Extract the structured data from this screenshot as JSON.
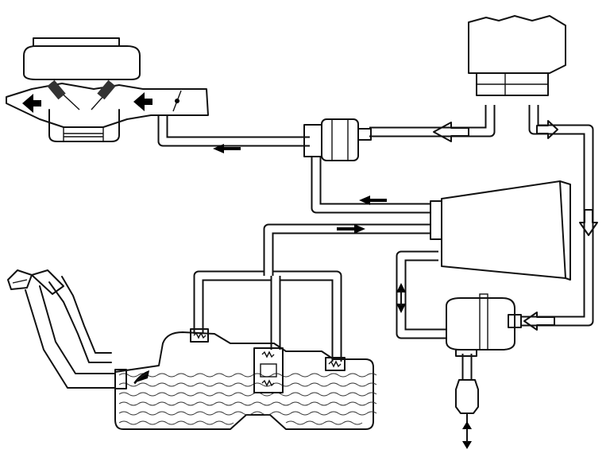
{
  "colors": {
    "ecu": "#7dcff0",
    "canister": "#eea4a6",
    "ink": "#111111",
    "background": "#ffffff"
  },
  "components": [
    {
      "id": "engine",
      "icon": "engine-cylinder-head"
    },
    {
      "id": "ecu",
      "icon": "control-unit"
    },
    {
      "id": "purge-valve",
      "icon": "solenoid-valve"
    },
    {
      "id": "canister",
      "icon": "charcoal-canister"
    },
    {
      "id": "pressure-valve",
      "icon": "check-valve"
    },
    {
      "id": "fuel-tank",
      "icon": "fuel-tank"
    },
    {
      "id": "filler-neck",
      "icon": "filler-pipe"
    },
    {
      "id": "air-filter",
      "icon": "filter"
    }
  ]
}
